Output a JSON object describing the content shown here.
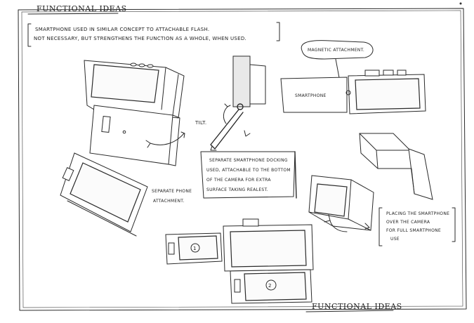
{
  "sheet": {
    "title_top": "FUNCTIONAL IDEAS",
    "title_bottom": "FUNCTIONAL IDEAS",
    "intro_line_1": "SMARTPHONE USED IN SIMILAR CONCEPT TO ATTACHABLE FLASH.",
    "intro_line_2": "NOT NECESSARY, BUT STRENGTHENS THE FUNCTION AS A WHOLE, WHEN USED."
  },
  "annotations": {
    "magnet": "MAGNETIC ATTACHMENT.",
    "smartphone": "SMARTPHONE",
    "tilt": "TILT.",
    "separate_box": [
      "SEPARATE SMARTPHONE DOCKING",
      "USED, ATTACHABLE TO THE BOTTOM",
      "OF THE CAMERA FOR EXTRA",
      "SURFACE TAKING REALEST."
    ],
    "separate_phone": [
      "SEPARATE PHONE",
      "ATTACHMENT."
    ],
    "place_box": [
      "PLACING THE SMARTPHONE",
      "OVER THE CAMERA",
      "FOR FULL SMARTPHONE",
      "USE"
    ],
    "num_1": "1",
    "num_2": "2"
  }
}
